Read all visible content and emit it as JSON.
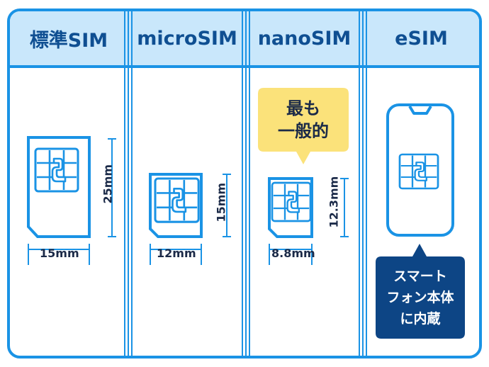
{
  "columns": [
    {
      "title": "標準SIM",
      "width_label": "15mm",
      "height_label": "25mm"
    },
    {
      "title": "microSIM",
      "width_label": "12mm",
      "height_label": "15mm"
    },
    {
      "title": "nanoSIM",
      "width_label": "8.8mm",
      "height_label": "12.3mm"
    },
    {
      "title": "eSIM"
    }
  ],
  "nano_callout": {
    "line1": "最も",
    "line2": "一般的"
  },
  "esim_callout": {
    "line1": "スマート",
    "line2": "フォン本体",
    "line3": "に内蔵"
  },
  "colors": {
    "frame_blue": "#1a93e5",
    "header_fill": "#c9e7fb",
    "header_text": "#0f4f92",
    "callout_yellow": "#fbe27a",
    "callout_navy": "#0d4585"
  }
}
